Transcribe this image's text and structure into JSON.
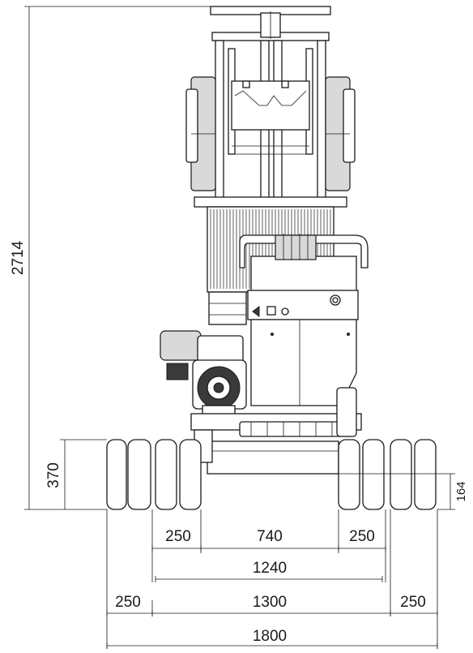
{
  "dimensions": {
    "overall_height": "2714",
    "wheel_height": "370",
    "ground_clearance": "164",
    "inner_wheel_left": "250",
    "inner_track": "740",
    "inner_wheel_right": "250",
    "inner_overall": "1240",
    "outer_wheel_left": "250",
    "outer_track": "1300",
    "outer_wheel_right": "250",
    "overall_width": "1800"
  }
}
